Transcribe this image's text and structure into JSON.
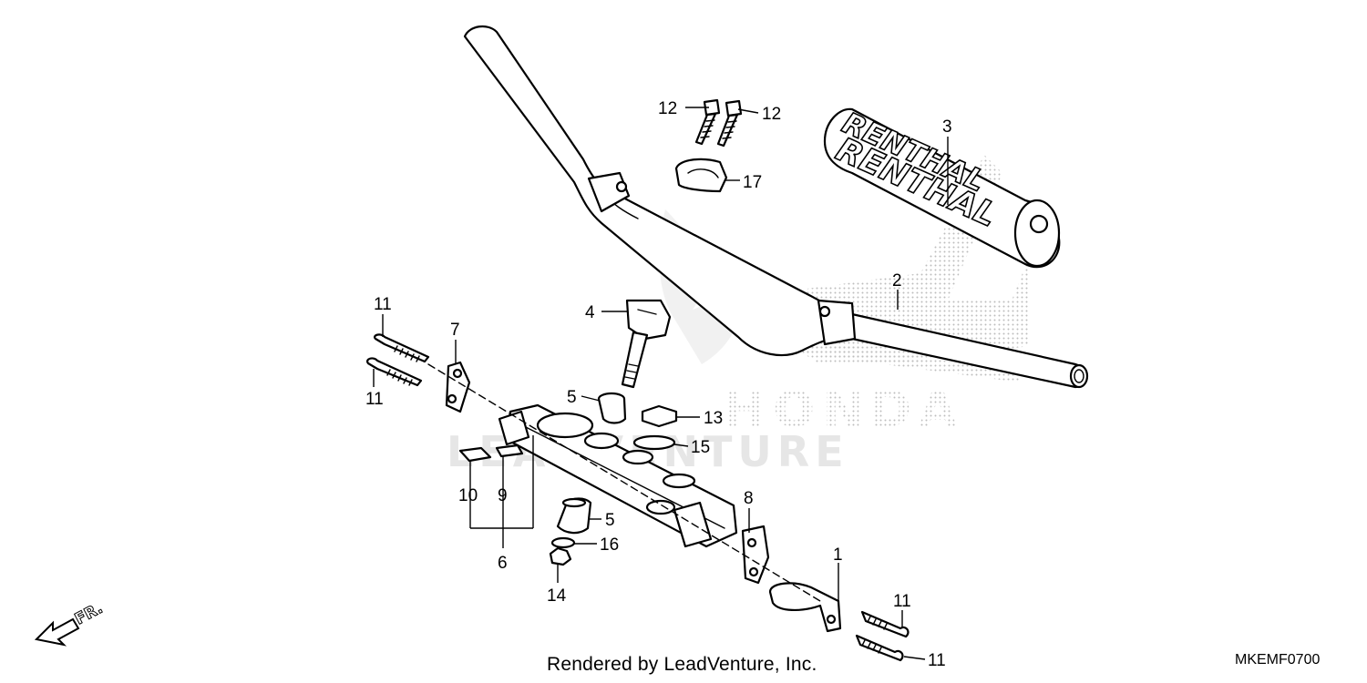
{
  "diagram": {
    "credit": "Rendered by LeadVenture, Inc.",
    "code": "MKEMF0700",
    "watermark_brand": "HONDA",
    "watermark_vendor": "LEADVENTURE",
    "pad_brand": "RENTHAL",
    "direction_label": "FR.",
    "callouts": {
      "c1": "1",
      "c2": "2",
      "c3": "3",
      "c4": "4",
      "c5a": "5",
      "c5b": "5",
      "c6": "6",
      "c7": "7",
      "c8": "8",
      "c9": "9",
      "c10": "10",
      "c11a": "11",
      "c11b": "11",
      "c11c": "11",
      "c11d": "11",
      "c12a": "12",
      "c12b": "12",
      "c13": "13",
      "c14": "14",
      "c15": "15",
      "c16": "16",
      "c17": "17"
    }
  }
}
